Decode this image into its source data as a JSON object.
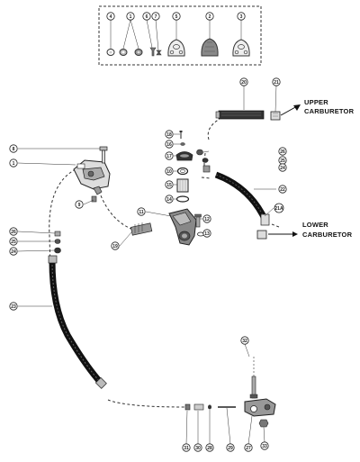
{
  "callouts": [
    {
      "id": "c4",
      "label": "4"
    },
    {
      "id": "c1a",
      "label": "1"
    },
    {
      "id": "c6",
      "label": "6"
    },
    {
      "id": "c7",
      "label": "7"
    },
    {
      "id": "c5a",
      "label": "5"
    },
    {
      "id": "c2",
      "label": "2"
    },
    {
      "id": "c3",
      "label": "3"
    },
    {
      "id": "c20",
      "label": "20"
    },
    {
      "id": "c21",
      "label": "21"
    },
    {
      "id": "c18",
      "label": "18"
    },
    {
      "id": "c16",
      "label": "16"
    },
    {
      "id": "c17",
      "label": "17"
    },
    {
      "id": "c10",
      "label": "10"
    },
    {
      "id": "c15",
      "label": "15"
    },
    {
      "id": "c14",
      "label": "14"
    },
    {
      "id": "c11",
      "label": "11"
    },
    {
      "id": "c26a",
      "label": "26"
    },
    {
      "id": "c25a",
      "label": "25"
    },
    {
      "id": "c24a",
      "label": "24"
    },
    {
      "id": "c22",
      "label": "22"
    },
    {
      "id": "c12",
      "label": "12"
    },
    {
      "id": "c13",
      "label": "13"
    },
    {
      "id": "c21a",
      "label": "21A"
    },
    {
      "id": "c8",
      "label": "8"
    },
    {
      "id": "c1",
      "label": "1"
    },
    {
      "id": "c9",
      "label": "9"
    },
    {
      "id": "c19",
      "label": "19"
    },
    {
      "id": "c26",
      "label": "26"
    },
    {
      "id": "c25",
      "label": "25"
    },
    {
      "id": "c24",
      "label": "24"
    },
    {
      "id": "c23",
      "label": "23"
    },
    {
      "id": "c32",
      "label": "32"
    },
    {
      "id": "c31",
      "label": "31"
    },
    {
      "id": "c30",
      "label": "30"
    },
    {
      "id": "c28",
      "label": "28"
    },
    {
      "id": "c29",
      "label": "29"
    },
    {
      "id": "c27",
      "label": "27"
    },
    {
      "id": "c33",
      "label": "33"
    }
  ],
  "upper_label": {
    "line1": "UPPER",
    "line2": "CARBURETOR"
  },
  "lower_label": {
    "line1": "LOWER",
    "line2": "CARBURETOR"
  }
}
